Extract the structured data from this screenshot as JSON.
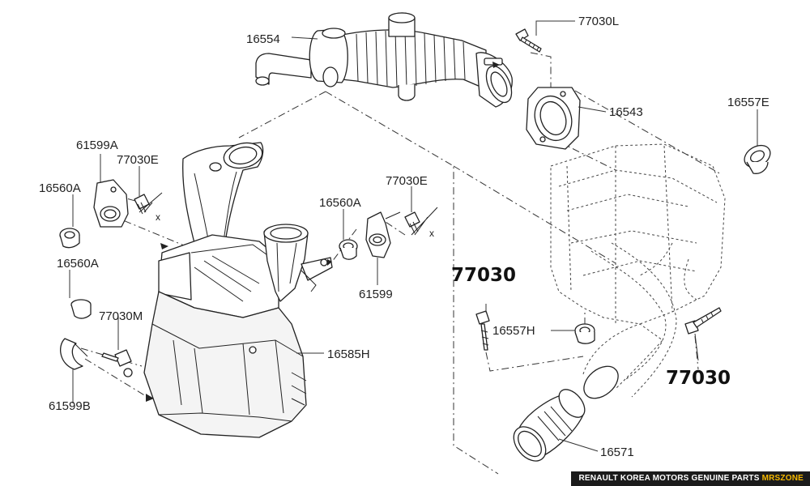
{
  "diagram": {
    "labels": {
      "p16554": "16554",
      "p77030L": "77030L",
      "p16543": "16543",
      "p16557E": "16557E",
      "p61599A": "61599A",
      "p77030E_left": "77030E",
      "p16560A_left": "16560A",
      "p16560A_mid": "16560A",
      "p77030E_mid": "77030E",
      "p61599": "61599",
      "p16560A_lower": "16560A",
      "p77030M": "77030M",
      "p16585H": "16585H",
      "p61599B": "61599B",
      "p77030_big_left": "77030",
      "p16557H": "16557H",
      "p77030_big_right": "77030",
      "p16571": "16571",
      "x_left": "x",
      "x_mid": "x"
    }
  },
  "footer": {
    "text": "RENAULT KOREA MOTORS GENUINE PARTS",
    "brand": "MRSZONE"
  }
}
